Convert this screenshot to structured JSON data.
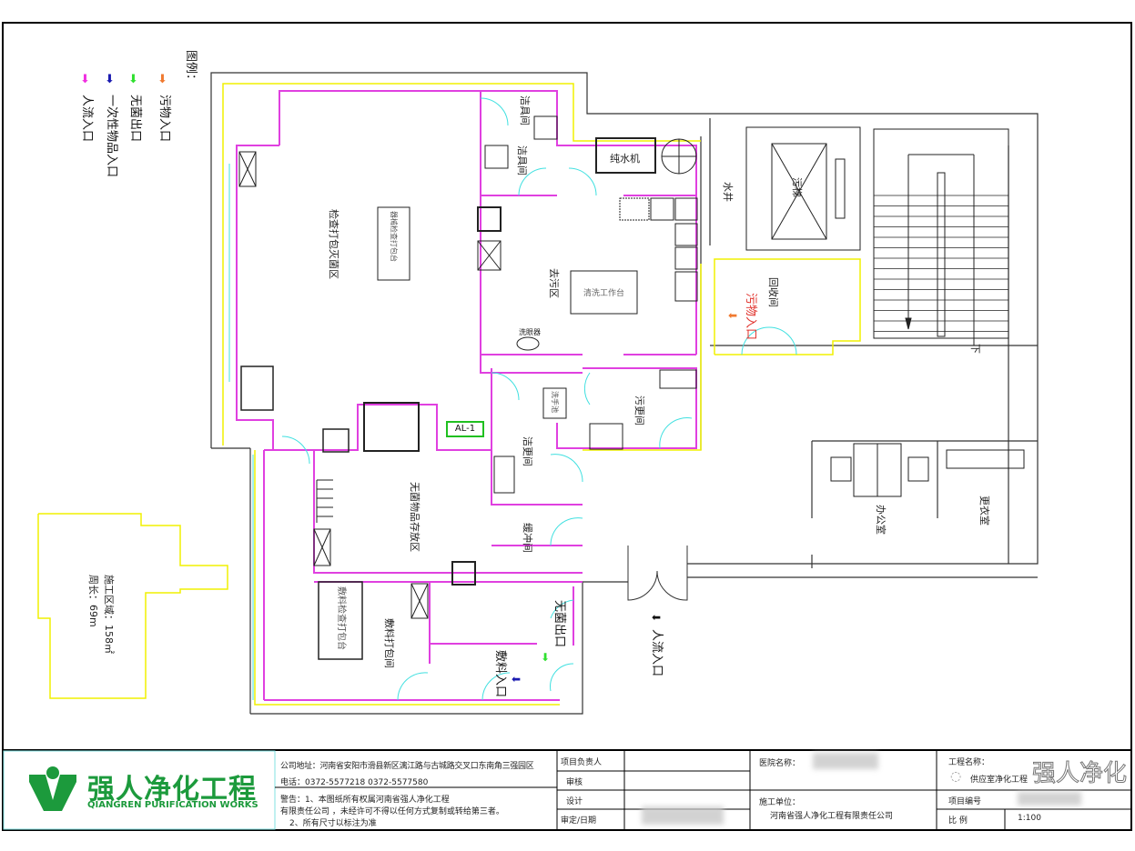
{
  "legend": {
    "title": "图例：",
    "items": [
      {
        "label": "污物入口",
        "color": "#f07a30",
        "icon": "arrow-down-icon"
      },
      {
        "label": "无菌出口",
        "color": "#30e030",
        "icon": "arrow-down-icon"
      },
      {
        "label": "一次性物品入口",
        "color": "#1a1ab0",
        "icon": "arrow-down-icon"
      },
      {
        "label": "人流入口",
        "color": "#f030e0",
        "icon": "arrow-down-icon"
      }
    ]
  },
  "rooms": {
    "inspection_packing_sterilization": "检查打包灭菌区",
    "janitor_1": "洁具间",
    "janitor_2": "洁具间",
    "decontamination": "去污区",
    "pure_water_machine": "纯水机",
    "washing_table": "清洗工作台",
    "eyewash": "洗眼器",
    "water_shaft": "水井",
    "dirty_elevator": "污梯",
    "recovery_room": "回收间",
    "dirty_entrance": "污物入口",
    "down": "下",
    "dirty_changing": "污更间",
    "clean_changing": "洁更间",
    "sterile_storage": "无菌物品存放区",
    "buffer": "缓冲间",
    "dressing_packing": "敷料打包间",
    "sterile_exit": "无菌出口",
    "dressing_entrance": "敷料入口",
    "people_entrance": "人流入口",
    "office": "办公室",
    "locker_room": "更衣室",
    "equipment_tag": "AL-1",
    "dressing_table": "敷料检查打包台",
    "inspection_table": "器械检查打包台",
    "sink_label": "洗手池"
  },
  "area_note": {
    "area": "施工区域：158㎡",
    "perimeter": "周长：69m"
  },
  "title_block": {
    "logo_cn": "强人净化工程",
    "logo_en": "QIANGREN PURIFICATION WORKS",
    "address": "公司地址：河南省安阳市滑县新区漓江路与古城路交叉口东南角三强园区",
    "phone": "电话：0372-5577218    0372-5577580",
    "warning_1": "警告：1、本图纸所有权属河南省强人净化工程",
    "warning_2": "有限责任公司 ，未经许可不得以任何方式复制或转给第三者。",
    "warning_3": "2、所有尺寸以标注为准",
    "project_lead": "项目负责人",
    "review": "审核",
    "design": "设计",
    "approve_date": "审定/日期",
    "hospital_name": "医院名称：",
    "contractor_label": "施工单位：",
    "contractor": "河南省强人净化工程有限责任公司",
    "project_name_label": "工程名称：",
    "project_name": "供应室净化工程",
    "project_no": "项目编号",
    "scale_label": "比  例",
    "scale": "1:100",
    "watermark": "强人净化"
  },
  "colors": {
    "clean_wall": "#e040e0",
    "outline": "#f0f000",
    "door": "#40e0e0",
    "brand": "#1c9a3c"
  }
}
